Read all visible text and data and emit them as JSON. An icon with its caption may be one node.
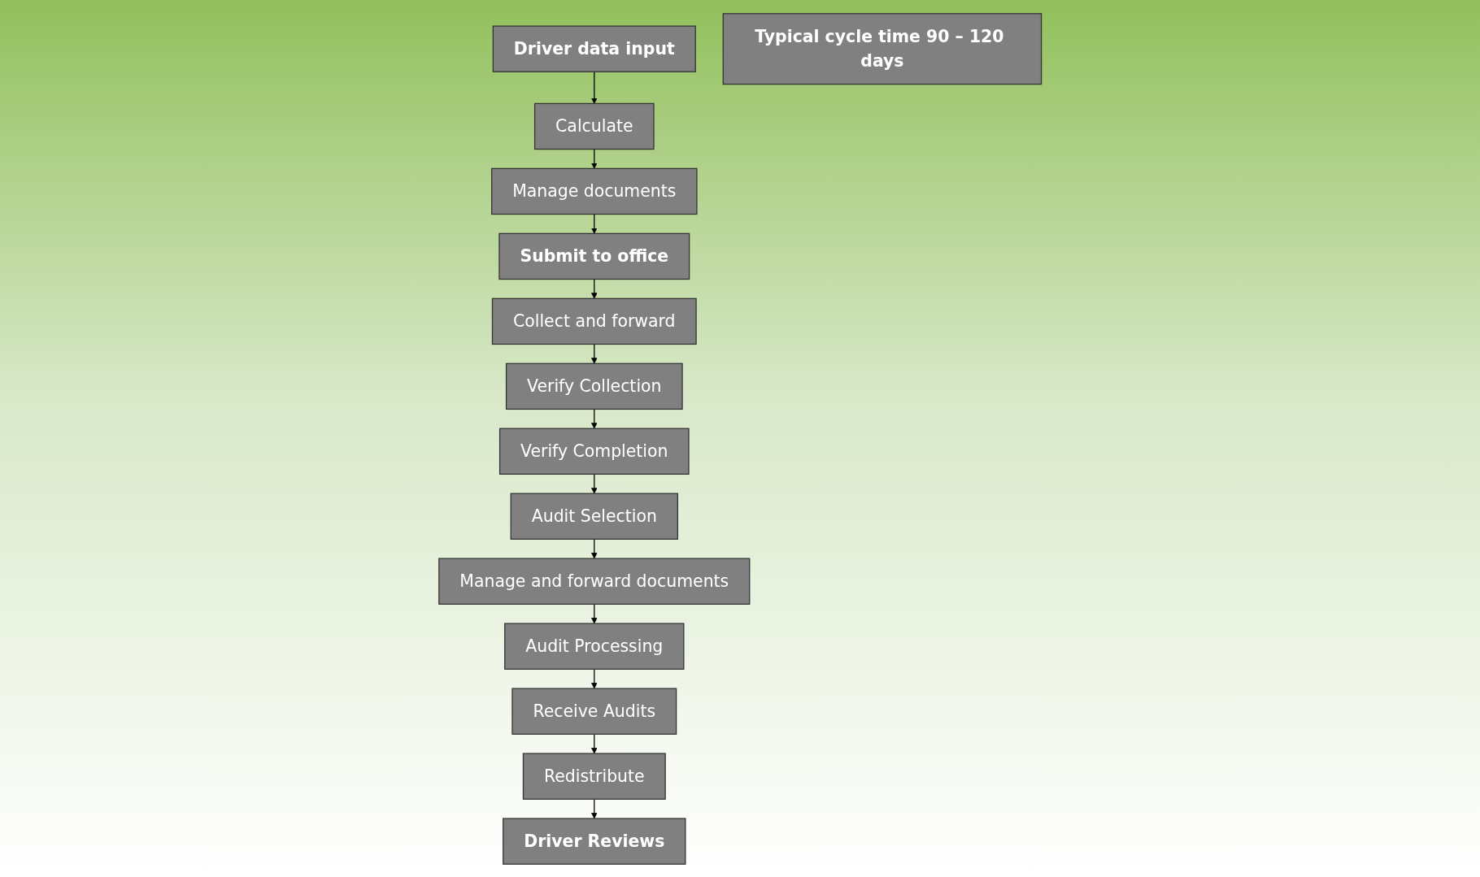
{
  "diagram": {
    "nodes": [
      {
        "text": [
          "Driver data input"
        ]
      },
      {
        "text": [
          "Calculate"
        ]
      },
      {
        "text": [
          "Manage documents"
        ]
      },
      {
        "text": [
          "Submit to office"
        ]
      },
      {
        "text": [
          "Collect and forward"
        ]
      },
      {
        "text": [
          "Verify Collection"
        ]
      },
      {
        "text": [
          "Verify Completion"
        ]
      },
      {
        "text": [
          "Audit Selection"
        ]
      },
      {
        "text": [
          "Manage and forward documents"
        ]
      },
      {
        "text": [
          "Audit Processing"
        ]
      },
      {
        "text": [
          "Receive Audits"
        ]
      },
      {
        "text": [
          "Redistribute"
        ]
      },
      {
        "text": [
          "Driver Reviews"
        ]
      },
      {
        "text": [
          "Typical cycle time 90 – 120 days"
        ]
      }
    ],
    "edges": [
      {
        "from": 0,
        "to": 1,
        "arrow": "to"
      },
      {
        "from": 1,
        "to": 2,
        "arrow": "to"
      },
      {
        "from": 2,
        "to": 3,
        "arrow": "to"
      },
      {
        "from": 3,
        "to": 4,
        "arrow": "to"
      },
      {
        "from": 4,
        "to": 5,
        "arrow": "to"
      },
      {
        "from": 5,
        "to": 6,
        "arrow": "to"
      },
      {
        "from": 6,
        "to": 7,
        "arrow": "to"
      },
      {
        "from": 7,
        "to": 8,
        "arrow": "to"
      },
      {
        "from": 8,
        "to": 9,
        "arrow": "to"
      },
      {
        "from": 9,
        "to": 10,
        "arrow": "to"
      },
      {
        "from": 10,
        "to": 11,
        "arrow": "to"
      },
      {
        "from": 11,
        "to": 12,
        "arrow": "to"
      }
    ]
  }
}
